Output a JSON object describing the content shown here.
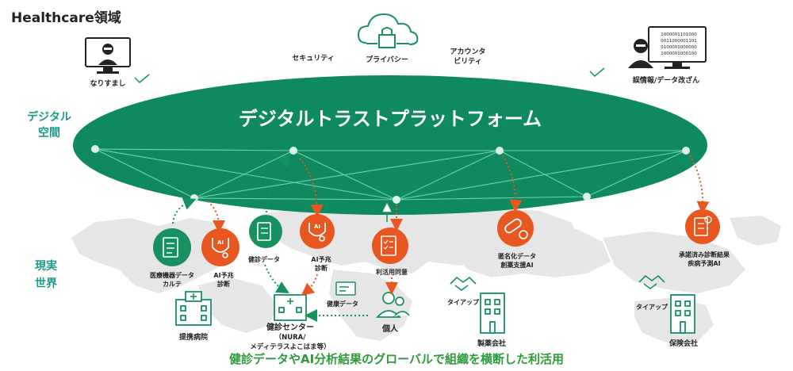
{
  "title": "Healthcare領域",
  "platform_label": "デジタルトラストプラットフォーム",
  "zones": {
    "digital_line1": "デジタル",
    "digital_line2": "空間",
    "real_line1": "現実",
    "real_line2": "世界"
  },
  "threats": {
    "spoofing": "なりすまし",
    "tampering": "誤情報/データ改ざん",
    "binary_lines": [
      "1000001101000",
      "0011000001101",
      "0100001000000",
      "1000001000100"
    ]
  },
  "trust_values": {
    "security": "セキュリティ",
    "privacy": "プライバシー",
    "accountability_line1": "アカウンタ",
    "accountability_line2": "ビリティ"
  },
  "real_world": {
    "medical_record_line1": "医療機器データ",
    "medical_record_line2": "カルテ",
    "ai_diag_left_line1": "AI予兆",
    "ai_diag_left_line2": "診断",
    "health_data_left": "健診データ",
    "ai_diag_center_line1": "AI予兆",
    "ai_diag_center_line2": "診断",
    "usage_consent": "利活用同意",
    "anon_data_line1": "匿名化データ",
    "anon_data_line2": "創薬支援AI",
    "approved_line1": "承諾済み診断結果",
    "approved_line2": "疾病予測AI",
    "hospital": "提携病院",
    "checkup_center": "健診センター",
    "checkup_center_sub1": "（NURA/",
    "checkup_center_sub2": "メディテラスよこはま等）",
    "health_data_person": "健康データ",
    "individual": "個人",
    "tieup_left": "タイアップ",
    "pharma": "製薬会社",
    "tieup_right": "タイアップ",
    "insurance": "保険会社",
    "ai_badge": "AI"
  },
  "bottom_caption": "健診データやAI分析結果のグローバルで組織を横断した利活用",
  "colors": {
    "green_dark": "#0f8a5f",
    "green_icon": "#17915f",
    "orange": "#e8571f",
    "teal_text": "#1a9a8a",
    "caption_green": "#2e9a3a",
    "map_gray": "#e6e6e6",
    "text_dark": "#222222"
  }
}
